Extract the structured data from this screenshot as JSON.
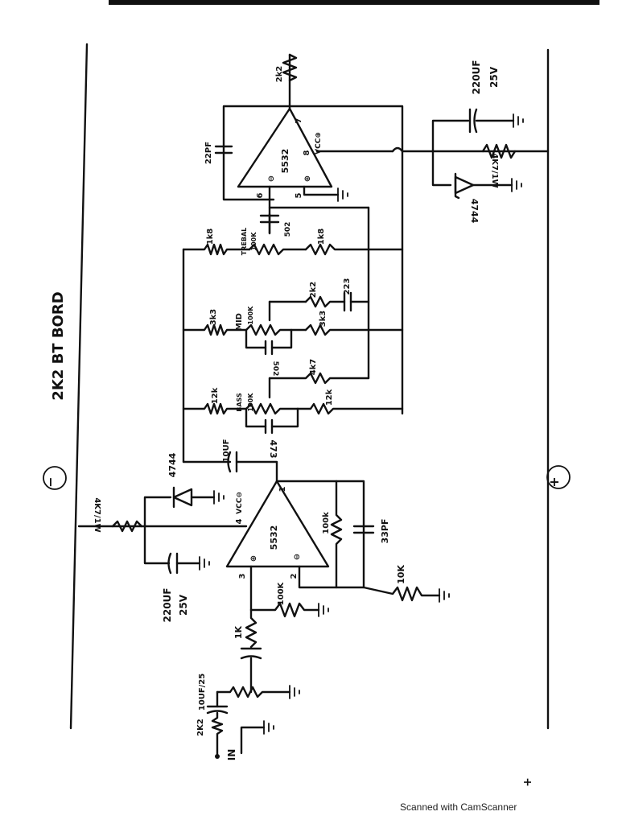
{
  "title": "2K2  BT BORD",
  "minus_symbol": "−",
  "plus_symbol": "+",
  "footer": "Scanned with CamScanner",
  "margin_mark": "+",
  "labels": {
    "r_2k2_top": "2k2",
    "c_22pf": "22PF",
    "ic_top_part": "5532",
    "ic_top_pin6": "6",
    "ic_top_pin5": "5",
    "ic_top_pin7": "7",
    "ic_top_pin8": "8",
    "ic_top_vcc": "VCC⊕",
    "ic_top_minus": "⊖",
    "ic_top_plus": "⊕",
    "c_220uf_top": "220UF",
    "c_220uf_top_v": "25V",
    "r_4k7_top": "4K7/1W",
    "z_4744_top": "4744",
    "treble_label": "TREBAL",
    "treble_value": "100K",
    "c_502_top": "502",
    "r_1k8_left": "1k8",
    "r_1k8_right": "1k8",
    "r_2k2_mid": "2k2",
    "c_223": "223",
    "mid_label": "MID",
    "mid_value": "100K",
    "r_3k3_left": "3k3",
    "r_3k3_right": "3k3",
    "c_502_mid": "502",
    "r_4k7_bass": "4k7",
    "bass_label": "BASS",
    "bass_value": "100K",
    "r_12k_left": "12k",
    "r_12k_right": "12k",
    "c_473": "473",
    "c_10uf_out": "10UF",
    "z_4744_bottom": "4744",
    "r_4k7_bottom": "4K7/1W",
    "c_220uf_bottom": "220UF",
    "c_220uf_bottom_v": "25V",
    "ic_bot_part": "5532",
    "ic_bot_pin1": "1",
    "ic_bot_pin2": "2",
    "ic_bot_pin3": "3",
    "ic_bot_pin4": "4",
    "ic_bot_vcc": "VCC⊖",
    "ic_bot_minus": "⊖",
    "ic_bot_plus": "⊕",
    "r_100k_fb": "100k",
    "c_33pf": "33PF",
    "r_10k": "10K",
    "r_100k_in": "100K",
    "r_1k": "1K",
    "c_10uf_in": "10UF/25",
    "r_2k2_in": "2K2",
    "in_label": "IN"
  }
}
